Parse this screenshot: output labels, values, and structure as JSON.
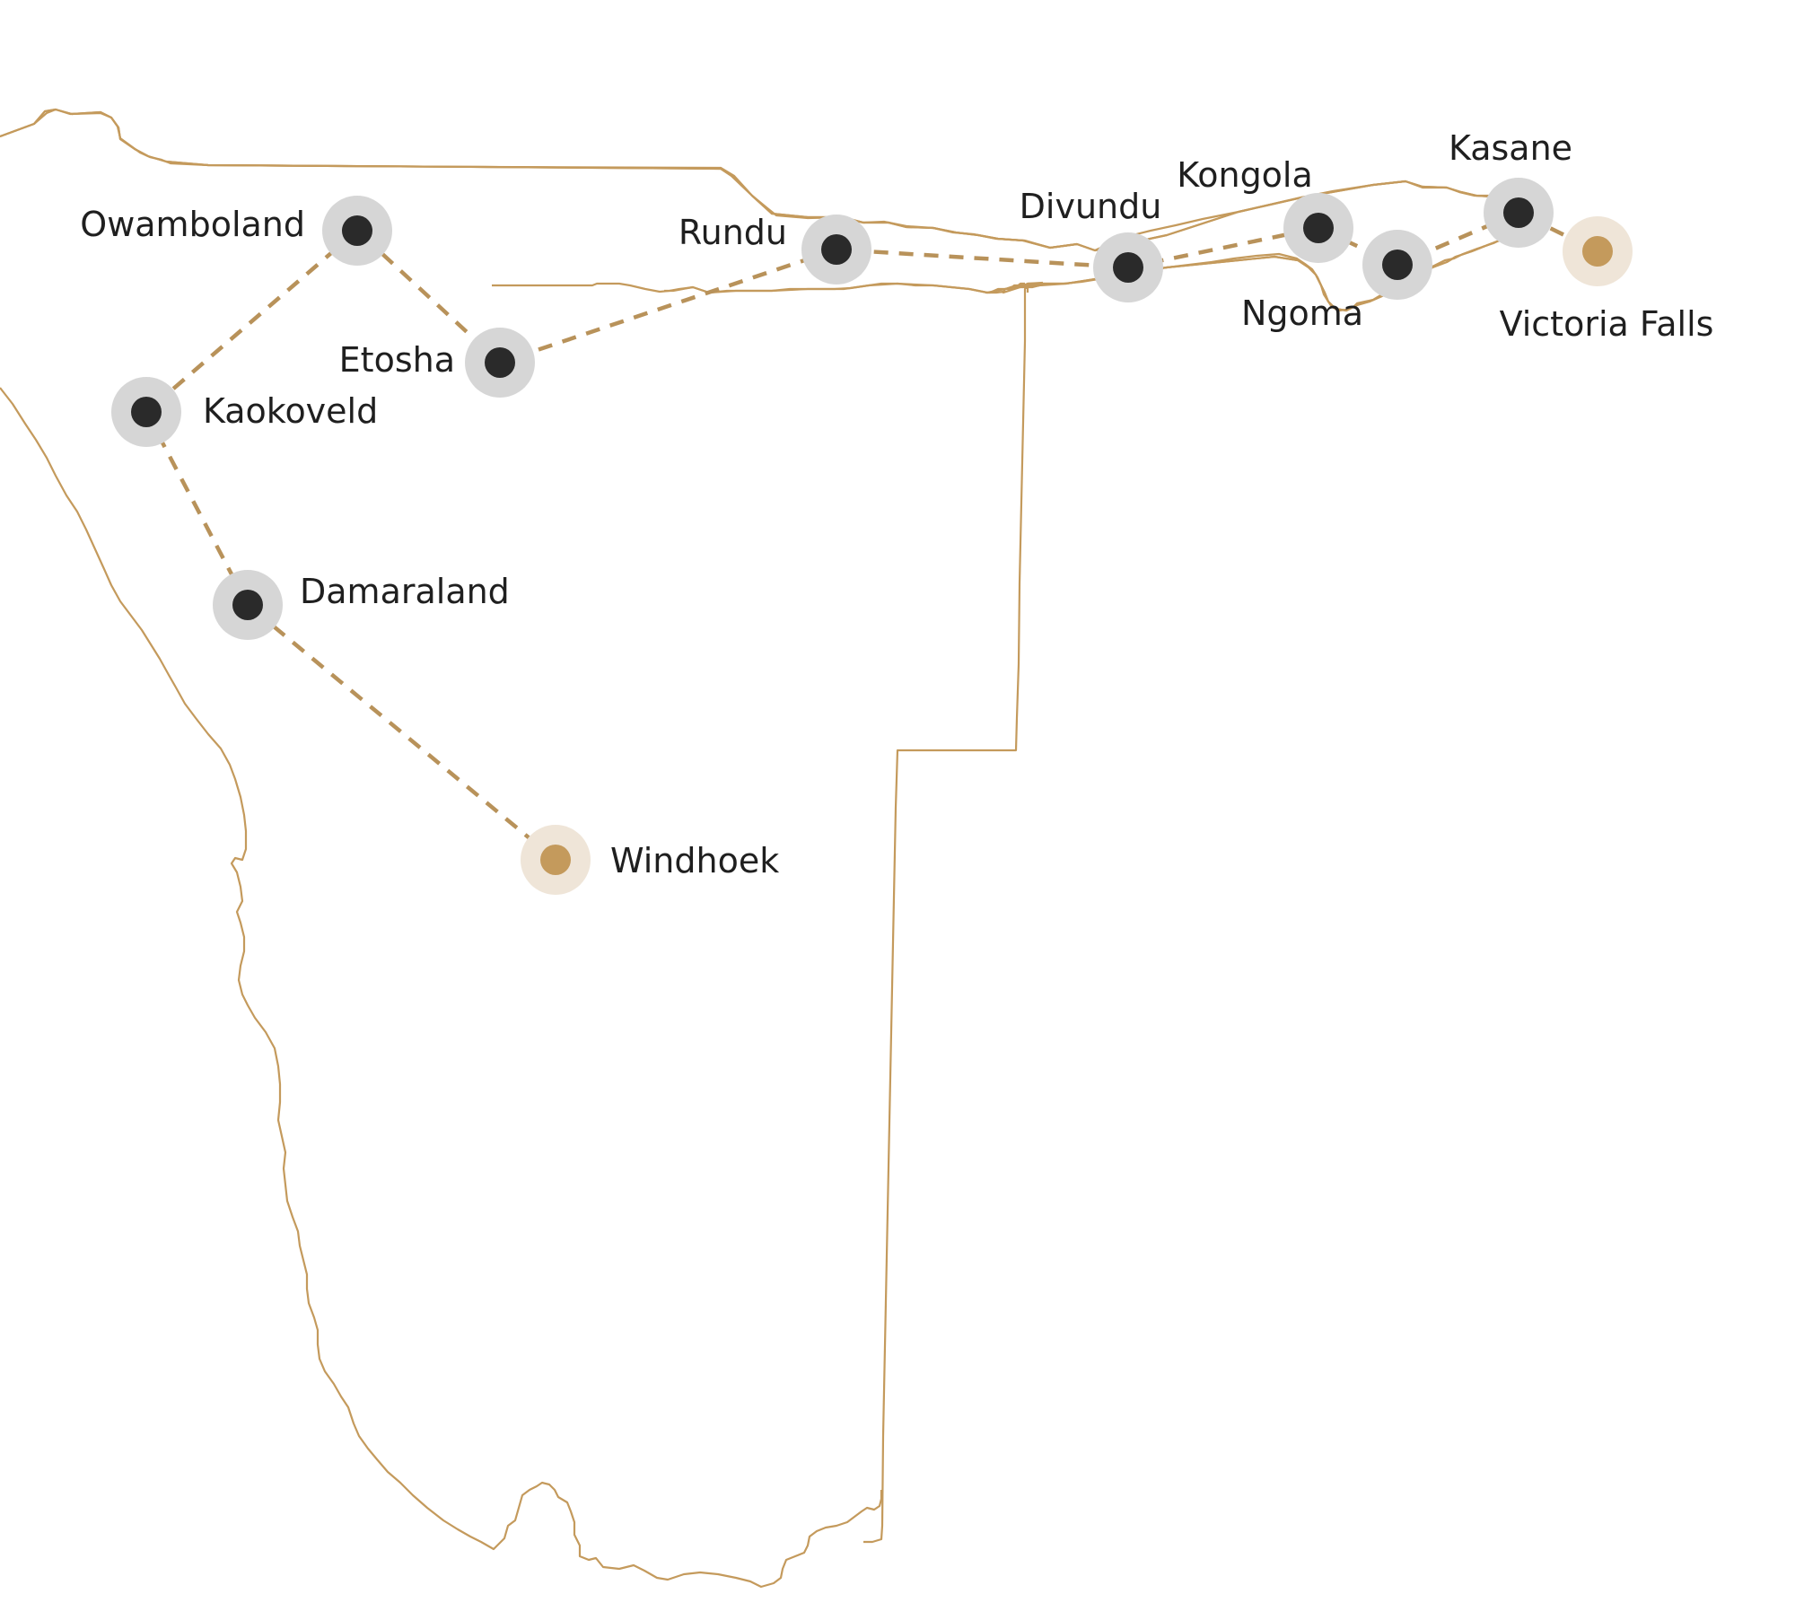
{
  "map": {
    "colors": {
      "border": "#c49a5c",
      "route": "#b8925a",
      "stop_halo": "#d6d6d6",
      "stop_dot": "#2a2a2a",
      "endpoint_halo": "#efe5d8",
      "endpoint_dot": "#c49a5c"
    },
    "stops": [
      {
        "id": "windhoek",
        "name": "Windhoek",
        "type": "endpoint"
      },
      {
        "id": "damaraland",
        "name": "Damaraland",
        "type": "stop"
      },
      {
        "id": "kaokoveld",
        "name": "Kaokoveld",
        "type": "stop"
      },
      {
        "id": "owamboland",
        "name": "Owamboland",
        "type": "stop"
      },
      {
        "id": "etosha",
        "name": "Etosha",
        "type": "stop"
      },
      {
        "id": "rundu",
        "name": "Rundu",
        "type": "stop"
      },
      {
        "id": "divundu",
        "name": "Divundu",
        "type": "stop"
      },
      {
        "id": "kongola",
        "name": "Kongola",
        "type": "stop"
      },
      {
        "id": "ngoma",
        "name": "Ngoma",
        "type": "stop"
      },
      {
        "id": "kasane",
        "name": "Kasane",
        "type": "stop"
      },
      {
        "id": "victoria_falls",
        "name": "Victoria Falls",
        "type": "endpoint"
      }
    ]
  }
}
